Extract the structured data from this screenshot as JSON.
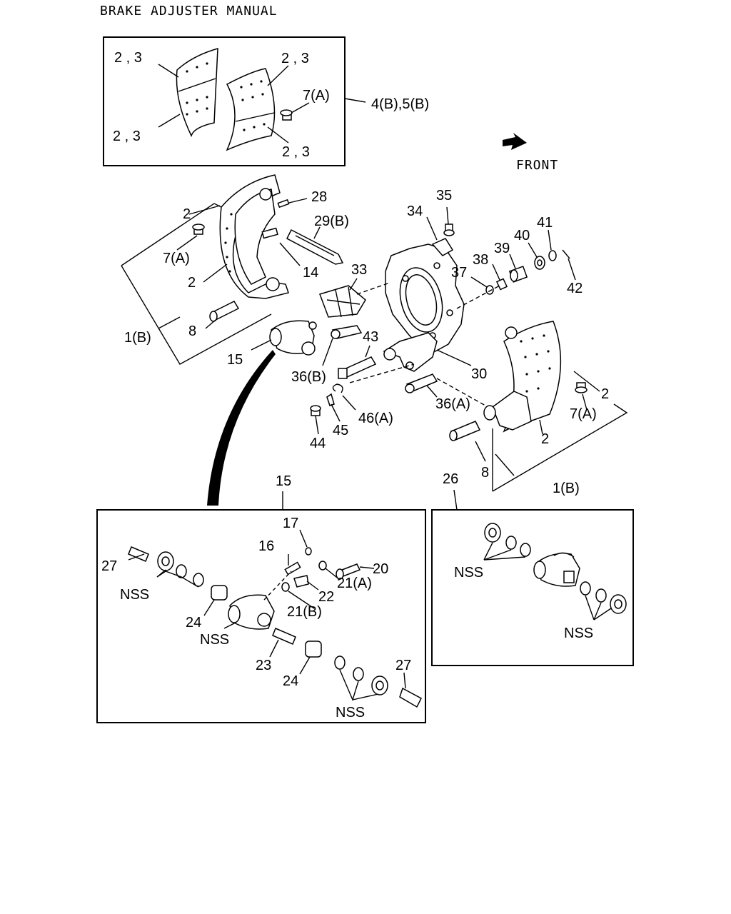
{
  "title": "BRAKE ADJUSTER MANUAL",
  "front_label": "FRONT",
  "callouts": {
    "lining_tl": "2 , 3",
    "lining_tr": "2 , 3",
    "lining_bl": "2 , 3",
    "lining_br": "2 , 3",
    "rivet_box": "7(A)",
    "box_ref": "4(B),5(B)",
    "c28": "28",
    "c29": "29(B)",
    "c2_top": "2",
    "c7a_left": "7(A)",
    "c2_mid": "2",
    "c14": "14",
    "c1b_left": "1(B)",
    "c8_left": "8",
    "c15": "15",
    "c33": "33",
    "c34": "34",
    "c35": "35",
    "c37": "37",
    "c38": "38",
    "c39": "39",
    "c40": "40",
    "c41": "41",
    "c42": "42",
    "c43": "43",
    "c36b": "36(B)",
    "c30": "30",
    "c2_right": "2",
    "c7a_right": "7(A)",
    "c36a": "36(A)",
    "c46a": "46(A)",
    "c45": "45",
    "c44": "44",
    "c2_right_low": "2",
    "c8_right": "8",
    "c1b_right": "1(B)",
    "c15_box": "15",
    "c26_box": "26",
    "d17": "17",
    "d16": "16",
    "d27_top": "27",
    "d20": "20",
    "d21a": "21(A)",
    "d22": "22",
    "d21b": "21(B)",
    "d24_top": "24",
    "nss_1": "NSS",
    "nss_2": "NSS",
    "d23": "23",
    "d24_low": "24",
    "d27_low": "27",
    "nss_3": "NSS",
    "nss_4": "NSS",
    "nss_5": "NSS"
  }
}
